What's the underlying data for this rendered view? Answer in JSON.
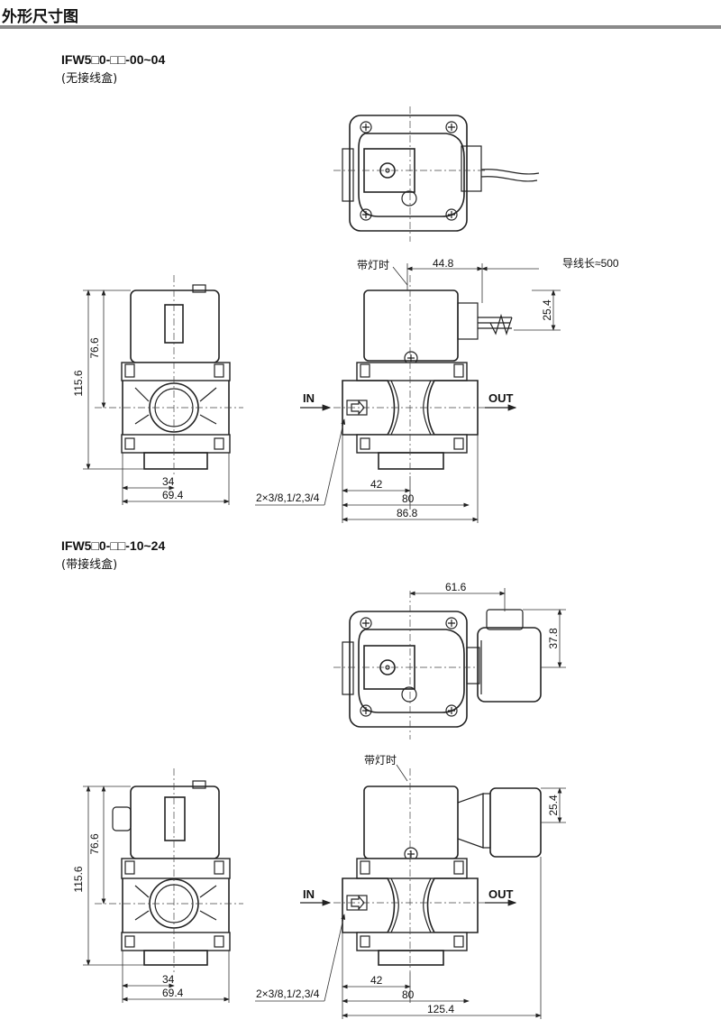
{
  "header": {
    "title": "外形尺寸图"
  },
  "section1": {
    "model": "IFW5□0-□□-00~04",
    "note": "(无接线盒)",
    "dims": {
      "lamp": "带灯时",
      "d448": "44.8",
      "wire": "导线长≈500",
      "d254": "25.4",
      "d1156": "115.6",
      "d766": "76.6",
      "d34": "34",
      "d694": "69.4",
      "d42": "42",
      "d80": "80",
      "d868": "86.8",
      "ports": "2×3/8,1/2,3/4",
      "in": "IN",
      "out": "OUT"
    }
  },
  "section2": {
    "model": "IFW5□0-□□-10~24",
    "note": "(带接线盒)",
    "dims": {
      "d616": "61.6",
      "d378": "37.8",
      "lamp": "带灯时",
      "d254": "25.4",
      "d1156": "115.6",
      "d766": "76.6",
      "d34": "34",
      "d694": "69.4",
      "d42": "42",
      "d80": "80",
      "d1254": "125.4",
      "ports": "2×3/8,1/2,3/4",
      "in": "IN",
      "out": "OUT"
    }
  }
}
